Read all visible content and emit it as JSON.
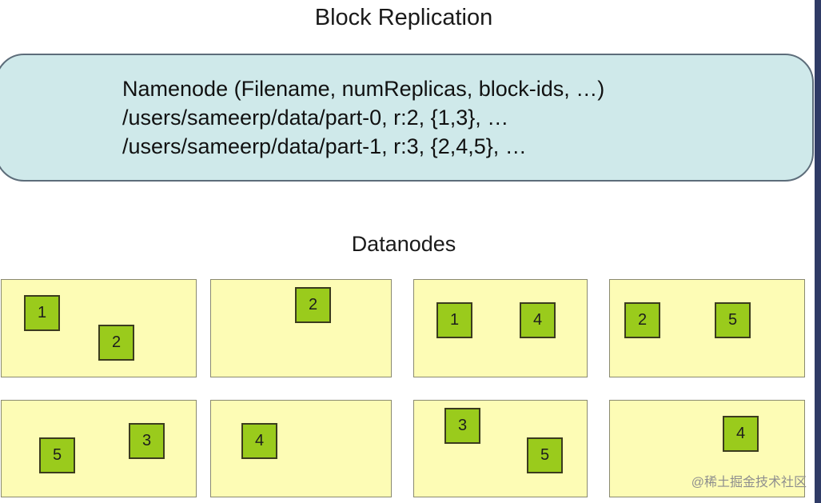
{
  "title": "Block Replication",
  "namenode": {
    "lines": [
      "Namenode (Filename, numReplicas, block-ids, …)",
      "/users/sameerp/data/part-0, r:2, {1,3}, …",
      "/users/sameerp/data/part-1, r:3, {2,4,5}, …"
    ]
  },
  "datanodes_label": "Datanodes",
  "datanodes": [
    {
      "blocks": [
        "1",
        "2"
      ]
    },
    {
      "blocks": [
        "2"
      ]
    },
    {
      "blocks": [
        "1",
        "4"
      ]
    },
    {
      "blocks": [
        "2",
        "5"
      ]
    },
    {
      "blocks": [
        "5",
        "3"
      ]
    },
    {
      "blocks": [
        "4"
      ]
    },
    {
      "blocks": [
        "3",
        "5"
      ]
    },
    {
      "blocks": [
        "4"
      ]
    }
  ],
  "watermark": "@稀土掘金技术社区",
  "colors": {
    "namenode_fill": "#cfe9ea",
    "datanode_fill": "#fdfcb5",
    "block_fill": "#9acb1c"
  }
}
